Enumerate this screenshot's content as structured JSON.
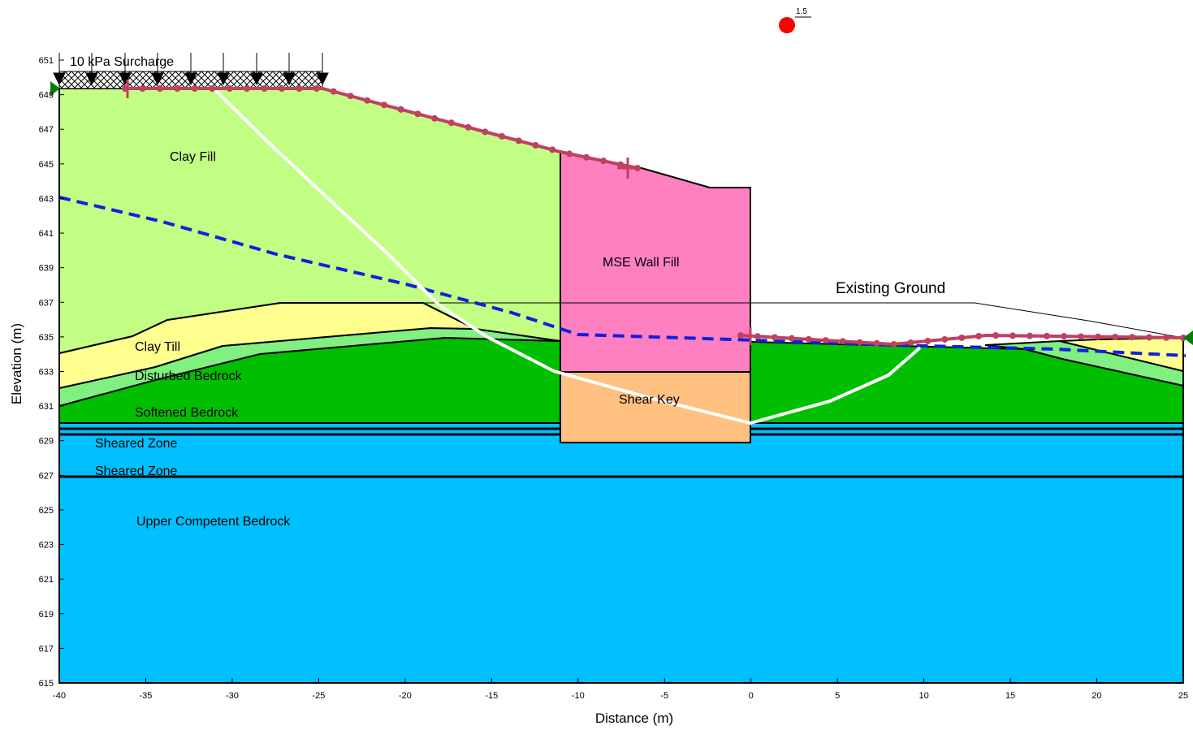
{
  "axes": {
    "x_title": "Distance (m)",
    "y_title": "Elevation (m)",
    "x_ticks": [
      "-40",
      "-35",
      "-30",
      "-25",
      "-20",
      "-15",
      "-10",
      "-5",
      "0",
      "5",
      "10",
      "15",
      "20",
      "25"
    ],
    "y_ticks": [
      "615",
      "617",
      "619",
      "621",
      "623",
      "625",
      "627",
      "629",
      "631",
      "633",
      "635",
      "637",
      "639",
      "641",
      "643",
      "645",
      "647",
      "649",
      "651"
    ]
  },
  "labels": {
    "surcharge": "10 kPa Surcharge",
    "clay_fill": "Clay Fill",
    "mse_wall_fill": "MSE Wall Fill",
    "existing_ground": "Existing Ground",
    "clay_till": "Clay Till",
    "disturbed_bedrock": "Disturbed Bedrock",
    "softened_bedrock": "Softened Bedrock",
    "shear_key": "Shear Key",
    "sheared_zone_1": "Sheared Zone",
    "sheared_zone_2": "Sheared Zone",
    "upper_competent_bedrock": "Upper Competent Bedrock",
    "factor_of_safety": "1.5"
  },
  "colors": {
    "clay_fill": "#c2fe84",
    "mse_wall_fill": "#ff80c0",
    "clay_till": "#ffff90",
    "disturbed_bedrock": "#80f080",
    "softened_bedrock": "#00bf00",
    "shear_key": "#ffc080",
    "bedrock": "#00c0ff",
    "slip_surface": "#ffffff",
    "piezometric_line": "#1020e0",
    "search_limits": "#c04060",
    "fs_marker": "#ff0000"
  }
}
